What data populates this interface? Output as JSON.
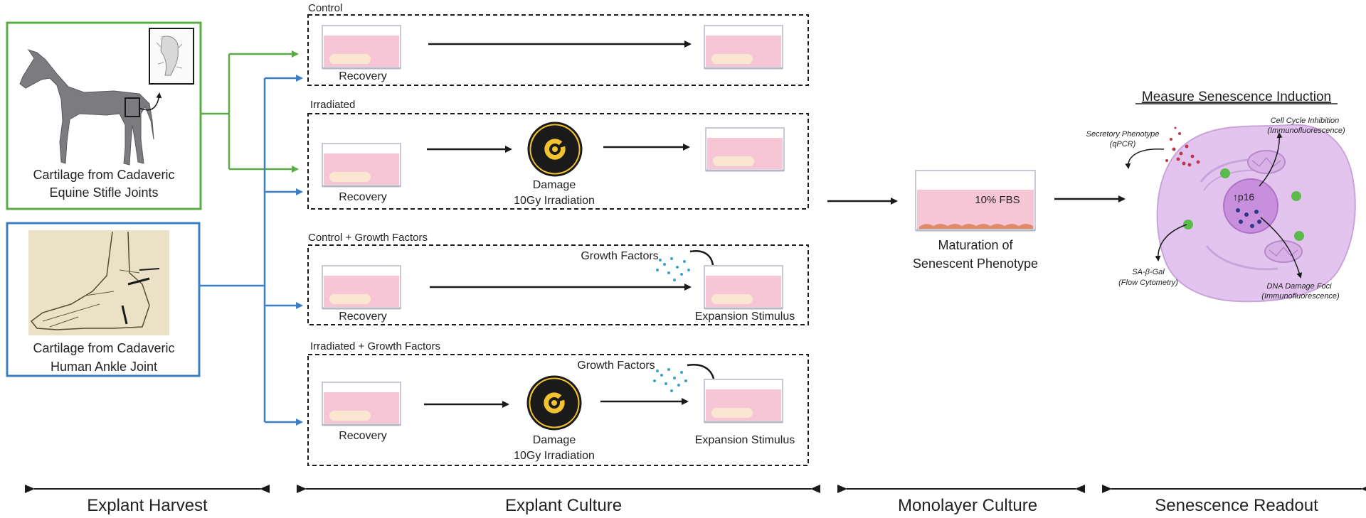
{
  "sources": {
    "equine": {
      "line1": "Cartilage from Cadaveric",
      "line2": "Equine Stifle Joints",
      "color": "#5aac44"
    },
    "human": {
      "line1": "Cartilage from Cadaveric",
      "line2": "Human Ankle Joint",
      "color": "#3a7fc4"
    }
  },
  "groups": [
    {
      "title": "Control",
      "dish1": "Recovery"
    },
    {
      "title": "Irradiated",
      "dish1": "Recovery",
      "damage_line1": "Damage",
      "damage_line2": "10Gy Irradiation"
    },
    {
      "title": "Control  + Growth Factors",
      "dish1": "Recovery",
      "growth_label": "Growth Factors",
      "dish2": "Expansion Stimulus"
    },
    {
      "title": "Irradiated + Growth Factors",
      "dish1": "Recovery",
      "damage_line1": "Damage",
      "damage_line2": "10Gy Irradiation",
      "growth_label": "Growth Factors",
      "dish2": "Expansion Stimulus"
    }
  ],
  "monolayer": {
    "medium": "10% FBS",
    "line1": "Maturation of",
    "line2": "Senescent Phenotype"
  },
  "readout": {
    "title": "Measure Senescence Induction",
    "secretory": {
      "name": "Secretory Phenotype",
      "method": "(qPCR)"
    },
    "cell_cycle": {
      "name": "Cell Cycle Inhibition",
      "method": "(Immunofluorescence)"
    },
    "marker": "p16",
    "marker_prefix": "↑",
    "sa_gal": {
      "name": "SA-β-Gal",
      "method": "(Flow Cytometry)"
    },
    "dna_damage": {
      "name": "DNA Damage Foci",
      "method": "(Immunofluorescence)"
    }
  },
  "stages": [
    "Explant Harvest",
    "Explant Culture",
    "Monolayer Culture",
    "Senescence Readout"
  ],
  "colors": {
    "dish_pink": "#f7c6d6",
    "cartilage": "#fbe6d2",
    "hazard": "#f2c230",
    "cell": "#e3c4ef",
    "nucleus": "#c88fdd"
  }
}
